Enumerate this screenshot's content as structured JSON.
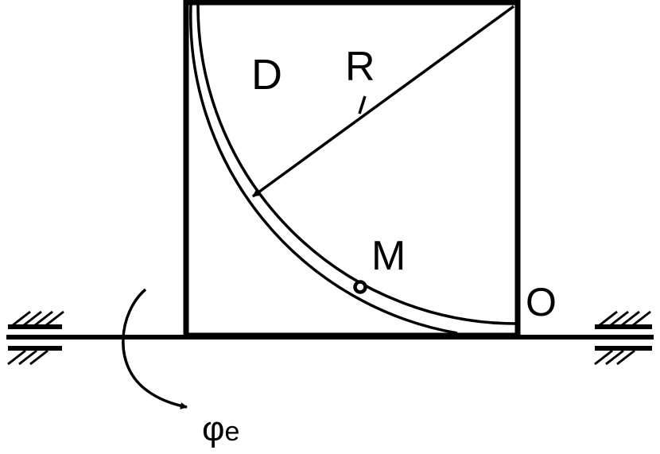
{
  "diagram": {
    "labels": {
      "plate": "D",
      "radius": "R",
      "point": "M",
      "center": "O",
      "rotation_symbol": "φ",
      "rotation_subscript": "e"
    },
    "colors": {
      "stroke": "#000000",
      "background": "#ffffff"
    },
    "icons": [
      "left-bearing-icon",
      "right-bearing-icon",
      "rotation-arrow-icon",
      "radius-arrow-icon"
    ]
  }
}
